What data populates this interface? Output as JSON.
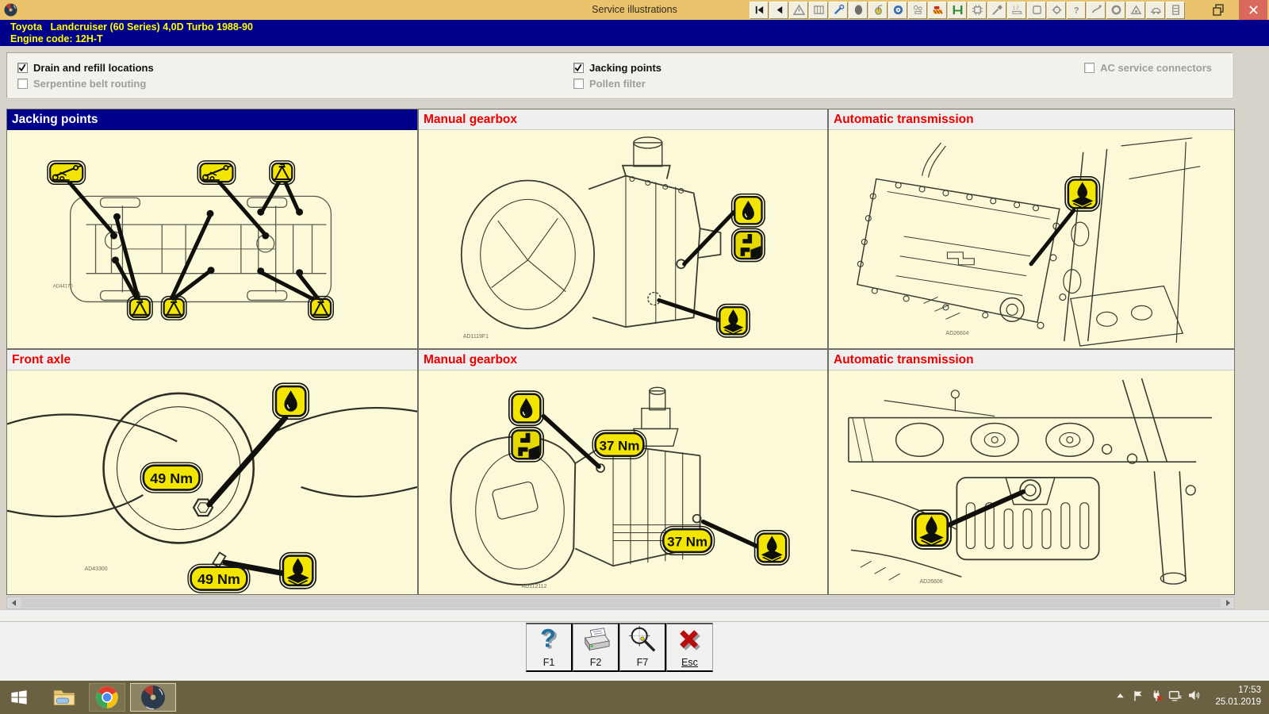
{
  "window": {
    "title": "Service illustrations"
  },
  "titlebar": {
    "icons": [
      {
        "name": "first-illustration-icon",
        "shape": "first",
        "color": "#1a1a1a"
      },
      {
        "name": "previous-illustration-icon",
        "shape": "prev",
        "color": "#1a1a1a"
      },
      {
        "name": "safety-warning-icon",
        "shape": "warn",
        "color": "#8b8b85"
      },
      {
        "name": "window-layout-icon",
        "shape": "grid",
        "color": "#8b8b85"
      },
      {
        "name": "repair-tools-icon",
        "shape": "wrench",
        "color": "#3b6fb5"
      },
      {
        "name": "tire-icon",
        "shape": "tire",
        "color": "#6f6f68"
      },
      {
        "name": "mouse-icon",
        "shape": "mouse",
        "color": "#d6c33c"
      },
      {
        "name": "wheel-rim-icon",
        "shape": "wheel",
        "color": "#3b6fb5"
      },
      {
        "name": "spare-parts-icon",
        "shape": "parts",
        "color": "#8b8b85"
      },
      {
        "name": "crash-test-icon",
        "shape": "crash",
        "color": "#c52a1e"
      },
      {
        "name": "vehicle-lift-icon",
        "shape": "lift",
        "color": "#2e8b2e"
      },
      {
        "name": "control-unit-icon",
        "shape": "chip",
        "color": "#8b8b85"
      },
      {
        "name": "screwdriver-icon",
        "shape": "screwdriver",
        "color": "#8b8b85"
      },
      {
        "name": "firing-order-icon",
        "shape": "firing",
        "color": "#8b8b85"
      },
      {
        "name": "door-panel-icon",
        "shape": "door",
        "color": "#8b8b85"
      },
      {
        "name": "gearbox-icon",
        "shape": "gear",
        "color": "#8b8b85"
      },
      {
        "name": "diagnostics-icon",
        "shape": "quest",
        "color": "#8b8b85"
      },
      {
        "name": "exhaust-icon",
        "shape": "swirl",
        "color": "#8b8b85"
      },
      {
        "name": "seal-ring-icon",
        "shape": "ring",
        "color": "#8b8b85"
      },
      {
        "name": "hazard-icon",
        "shape": "hazard",
        "color": "#8b8b85"
      },
      {
        "name": "vehicle-body-icon",
        "shape": "car",
        "color": "#8b8b85"
      },
      {
        "name": "hoist-frame-icon",
        "shape": "frame",
        "color": "#8b8b85"
      }
    ]
  },
  "vehicle": {
    "line1": "Toyota   Landcruiser (60 Series) 4,0D Turbo 1988-90",
    "line2": "Engine code: 12H-T"
  },
  "filters": [
    {
      "label": "Drain and refill locations",
      "checked": true,
      "enabled": true
    },
    {
      "label": "Serpentine belt routing",
      "checked": false,
      "enabled": false
    },
    {
      "label": "Jacking points",
      "checked": true,
      "enabled": true
    },
    {
      "label": "Pollen filter",
      "checked": false,
      "enabled": false
    },
    {
      "label": "AC service connectors",
      "checked": false,
      "enabled": false
    }
  ],
  "panels": [
    {
      "title": "Jacking points",
      "active": true,
      "ref": "AD44170"
    },
    {
      "title": "Manual gearbox",
      "active": false,
      "ref": "AD1119F1"
    },
    {
      "title": "Automatic transmission",
      "active": false,
      "ref": "AD26604"
    },
    {
      "title": "Front axle",
      "active": false,
      "ref": "AD43300",
      "torques": [
        "49 Nm",
        "49 Nm"
      ]
    },
    {
      "title": "Manual gearbox",
      "active": false,
      "ref": "AD112112",
      "torques": [
        "37 Nm",
        "37 Nm"
      ]
    },
    {
      "title": "Automatic transmission",
      "active": false,
      "ref": "AD26606"
    }
  ],
  "footer": {
    "buttons": [
      {
        "label": "F1",
        "icon": "help-icon"
      },
      {
        "label": "F2",
        "icon": "printer-icon"
      },
      {
        "label": "F7",
        "icon": "magnifier-icon"
      },
      {
        "label": "Esc",
        "icon": "close-cross-icon"
      }
    ]
  },
  "taskbar": {
    "apps": [
      "start-button",
      "file-explorer",
      "chrome",
      "service-illustrations-app"
    ],
    "tray": [
      "hidden-icons-chevron",
      "action-center-flag",
      "audio-error",
      "network-display",
      "volume"
    ],
    "time": "17:53",
    "date": "25.01.2019"
  },
  "colors": {
    "titlebar": "#EBC36C",
    "header_bg": "#00008B",
    "header_text": "#FFFF00",
    "panel_bg": "#FCF9D8",
    "panel_title_red": "#EE0000",
    "active_header": "#00008B",
    "badge_yellow": "#F2E600",
    "taskbar": "#6A6143",
    "close_button": "#D9695C"
  }
}
